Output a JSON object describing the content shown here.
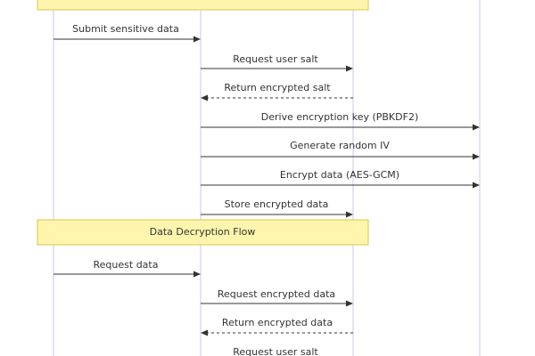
{
  "diagram": {
    "notes": [
      {
        "text": ""
      },
      {
        "text": "Data Decryption Flow"
      }
    ],
    "messages": [
      {
        "label": "Submit sensitive data",
        "dashed": false
      },
      {
        "label": "Request user salt",
        "dashed": false
      },
      {
        "label": "Return encrypted salt",
        "dashed": true
      },
      {
        "label": "Derive encryption key (PBKDF2)",
        "dashed": false
      },
      {
        "label": "Generate random IV",
        "dashed": false
      },
      {
        "label": "Encrypt data (AES-GCM)",
        "dashed": false
      },
      {
        "label": "Store encrypted data",
        "dashed": false
      },
      {
        "label": "Request data",
        "dashed": false
      },
      {
        "label": "Request encrypted data",
        "dashed": false
      },
      {
        "label": "Return encrypted data",
        "dashed": true
      },
      {
        "label": "Request user salt",
        "dashed": false
      }
    ]
  },
  "colors": {
    "lifeline": "#c9c9ec",
    "note_fill": "#fff5ad",
    "note_border": "#d8c64a",
    "arrow": "#333333",
    "text": "#333333"
  }
}
